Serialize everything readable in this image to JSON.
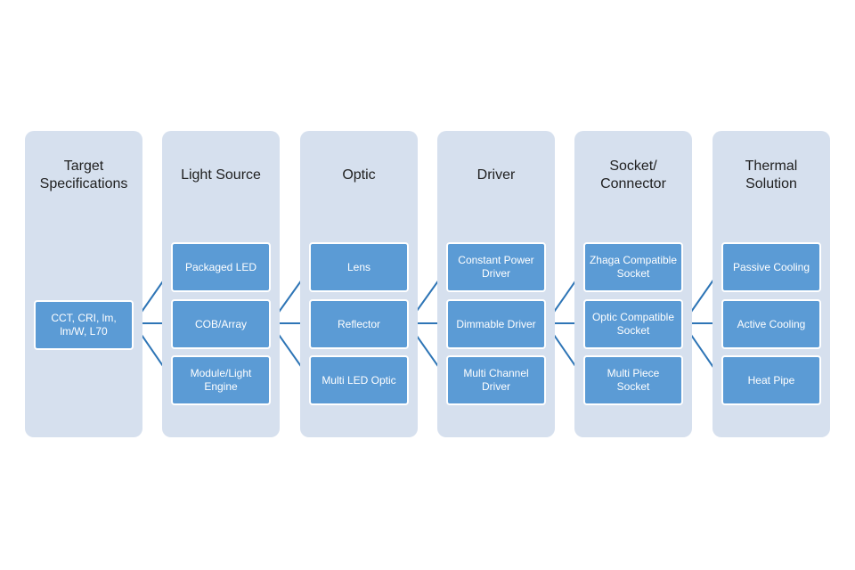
{
  "columns": [
    {
      "title": "Target\nSpecifications",
      "items": [
        "CCT, CRI, lm,\nlm/W, L70"
      ]
    },
    {
      "title": "Light Source",
      "items": [
        "Packaged LED",
        "COB/Array",
        "Module/Light\nEngine"
      ]
    },
    {
      "title": "Optic",
      "items": [
        "Lens",
        "Reflector",
        "Multi LED Optic"
      ]
    },
    {
      "title": "Driver",
      "items": [
        "Constant Power\nDriver",
        "Dimmable Driver",
        "Multi Channel\nDriver"
      ]
    },
    {
      "title": "Socket/\nConnector",
      "items": [
        "Zhaga Compatible\nSocket",
        "Optic Compatible\nSocket",
        "Multi Piece\nSocket"
      ]
    },
    {
      "title": "Thermal\nSolution",
      "items": [
        "Passive Cooling",
        "Active Cooling",
        "Heat Pipe"
      ]
    }
  ],
  "colors": {
    "column_fill": "#d6e0ee",
    "box_fill": "#5b9bd5",
    "connector": "#2e75b6"
  }
}
